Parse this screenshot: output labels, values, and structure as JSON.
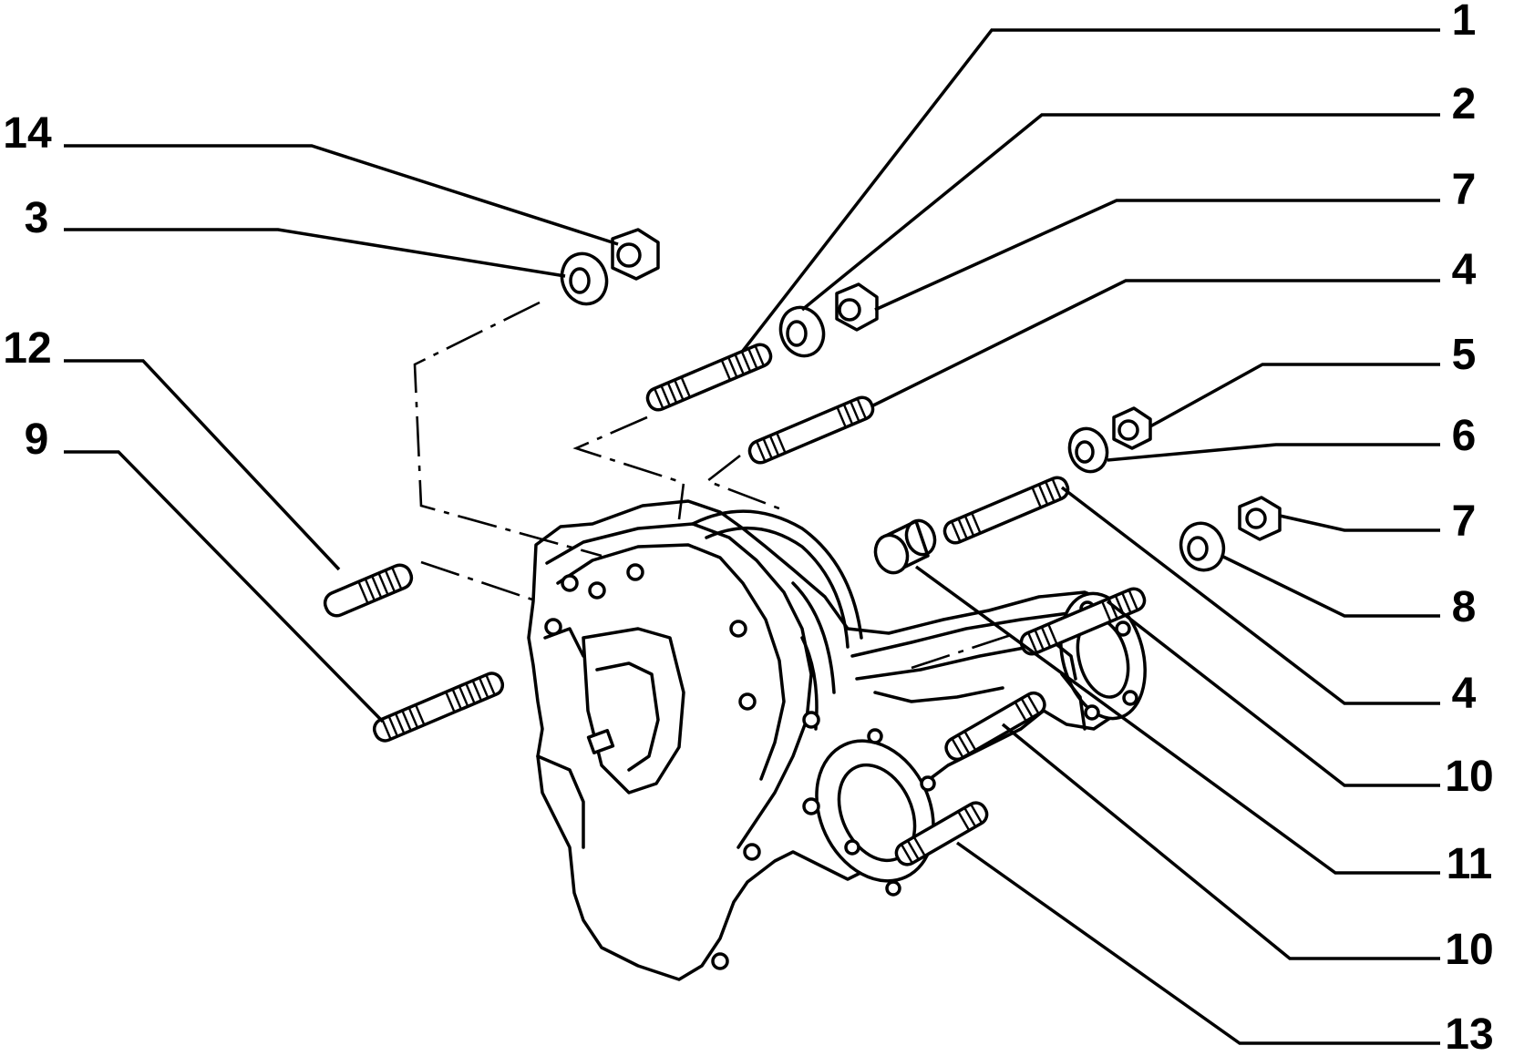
{
  "callouts": [
    {
      "id": "c1",
      "text": "1"
    },
    {
      "id": "c2",
      "text": "2"
    },
    {
      "id": "c7a",
      "text": "7"
    },
    {
      "id": "c4a",
      "text": "4"
    },
    {
      "id": "c5",
      "text": "5"
    },
    {
      "id": "c6",
      "text": "6"
    },
    {
      "id": "c7b",
      "text": "7"
    },
    {
      "id": "c8",
      "text": "8"
    },
    {
      "id": "c4b",
      "text": "4"
    },
    {
      "id": "c10a",
      "text": "10"
    },
    {
      "id": "c11",
      "text": "11"
    },
    {
      "id": "c10b",
      "text": "10"
    },
    {
      "id": "c13",
      "text": "13"
    },
    {
      "id": "c14",
      "text": "14"
    },
    {
      "id": "c3",
      "text": "3"
    },
    {
      "id": "c12",
      "text": "12"
    },
    {
      "id": "c9",
      "text": "9"
    }
  ]
}
